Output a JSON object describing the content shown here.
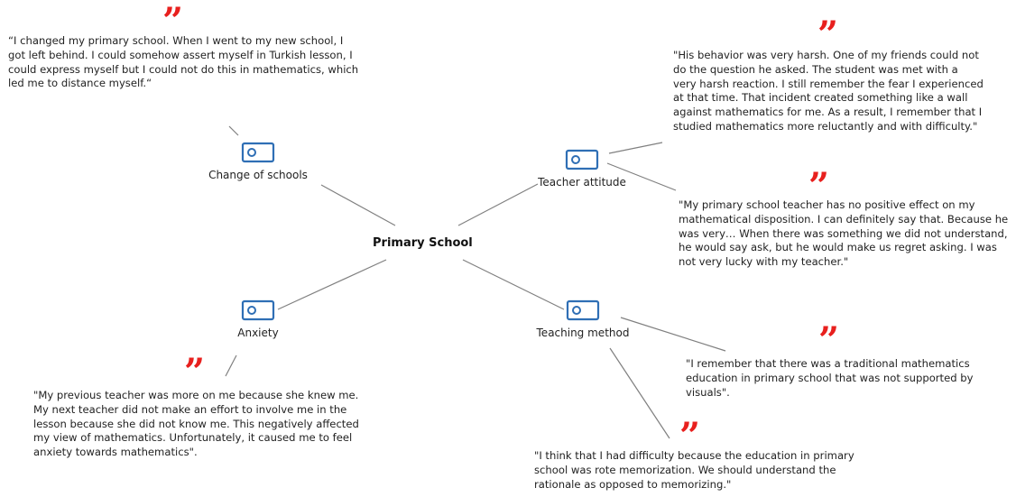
{
  "root": {
    "label": "Primary School"
  },
  "colors": {
    "code_icon": "#2f6fb5",
    "connector": "#808080",
    "quote_mark": "#e8201e"
  },
  "quote_mark_glyph": "”",
  "codes": [
    {
      "id": "change-of-schools",
      "label": "Change of schools",
      "icon": "code-tag-icon",
      "quotes": [
        "“I changed my primary school. When I went to my new school, I got left behind. I could somehow assert myself in Turkish lesson, I could express myself but I could not do this in mathematics, which led me to distance myself.“"
      ]
    },
    {
      "id": "teacher-attitude",
      "label": "Teacher attitude",
      "icon": "code-tag-icon",
      "quotes": [
        "\"His behavior was very harsh. One of my friends could not do the question he asked. The student was met with a very harsh reaction. I still remember the fear I experienced at that time. That incident created something like a wall against mathematics for me. As a result, I remember that I studied mathematics more reluctantly and with difficulty.\"",
        "\"My primary school teacher has no positive effect on my mathematical disposition. I can definitely say that. Because he was very… When there was something we did not understand, he would say ask, but he would make us regret asking. I was not very lucky with my teacher.\""
      ]
    },
    {
      "id": "anxiety",
      "label": "Anxiety",
      "icon": "code-tag-icon",
      "quotes": [
        "\"My previous teacher was more on me because she knew me. My next teacher did not make an effort to involve me in the lesson because she did not know me. This negatively affected my view of mathematics. Unfortunately, it caused me to feel anxiety towards mathematics\"."
      ]
    },
    {
      "id": "teaching-method",
      "label": "Teaching method",
      "icon": "code-tag-icon",
      "quotes": [
        "\"I remember that there was a traditional mathematics education in primary school that was not supported by visuals\".",
        "\"I think that I had difficulty because the education in primary school was rote memorization. We should understand the rationale as opposed to memorizing.\""
      ]
    }
  ]
}
